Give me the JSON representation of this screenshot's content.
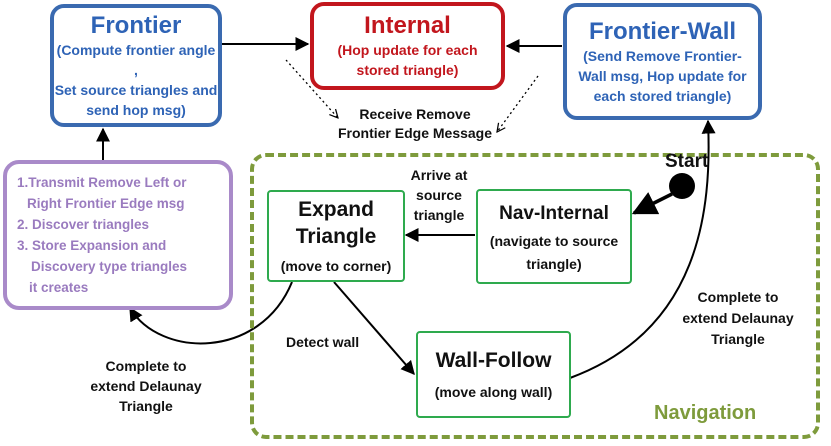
{
  "nodes": {
    "frontier": {
      "title": "Frontier",
      "lines": [
        "(Compute frontier angle ,",
        "Set source triangles and",
        "send hop msg)"
      ]
    },
    "internal": {
      "title": "Internal",
      "lines": [
        "(Hop update for each",
        "stored triangle)"
      ]
    },
    "frontier_wall": {
      "title": "Frontier-Wall",
      "lines": [
        "(Send Remove Frontier-",
        "Wall msg,  Hop update for",
        "each stored triangle)"
      ]
    },
    "transmit": {
      "lines": [
        "1.Transmit Remove Left or",
        "Right Frontier Edge msg",
        "2. Discover triangles",
        "3. Store Expansion and",
        "Discovery type triangles",
        "it creates"
      ]
    },
    "expand_triangle": {
      "title_lines": [
        "Expand",
        "Triangle"
      ],
      "sub": "(move to corner)"
    },
    "nav_internal": {
      "title": "Nav-Internal",
      "lines": [
        "(navigate to source",
        "triangle)"
      ]
    },
    "wall_follow": {
      "title": "Wall-Follow",
      "sub": "(move along wall)"
    }
  },
  "edge_labels": {
    "receive_remove": [
      "Receive Remove",
      "Frontier Edge Message"
    ],
    "arrive_source": [
      "Arrive at",
      "source",
      "triangle"
    ],
    "detect_wall": "Detect wall",
    "complete_right": [
      "Complete to",
      "extend Delaunay",
      "Triangle"
    ],
    "complete_left": [
      "Complete to",
      "extend Delaunay",
      "Triangle"
    ]
  },
  "start_label": "Start",
  "group_label": "Navigation",
  "colors": {
    "blue": "#3a6ab0",
    "red": "#c2161d",
    "purple": "#a98ac9",
    "green": "#2eaa4e",
    "olive": "#7e9b3c"
  }
}
